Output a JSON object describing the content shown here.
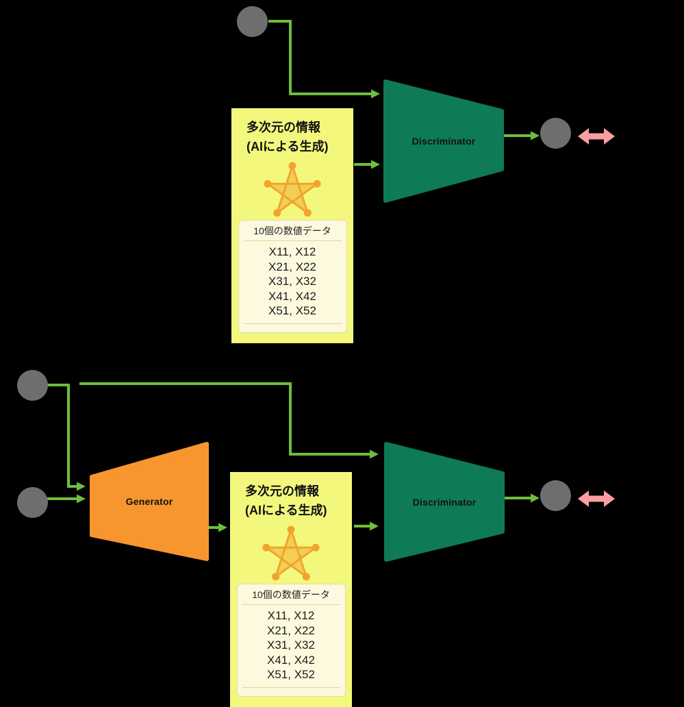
{
  "colors": {
    "background": "#000000",
    "line-green": "#6EBE3C",
    "discriminator-green": "#0E7A56",
    "generator-orange": "#F7952F",
    "panel-yellow": "#F3F87D",
    "card-cream": "#FDF9DF",
    "star-orange": "#F2A32D",
    "pink": "#FB9DA1",
    "node-gray": "#6E6E6E"
  },
  "nodes": {
    "generator_label": "Generator",
    "discriminator_label": "Discriminator"
  },
  "panel": {
    "title_line1": "多次元の情報",
    "title_line2": "(AIによる生成)",
    "card": {
      "header": "10個の数値データ",
      "rows": [
        "X11, X12",
        "X21, X22",
        "X31, X32",
        "X41, X42",
        "X51, X52"
      ]
    }
  }
}
